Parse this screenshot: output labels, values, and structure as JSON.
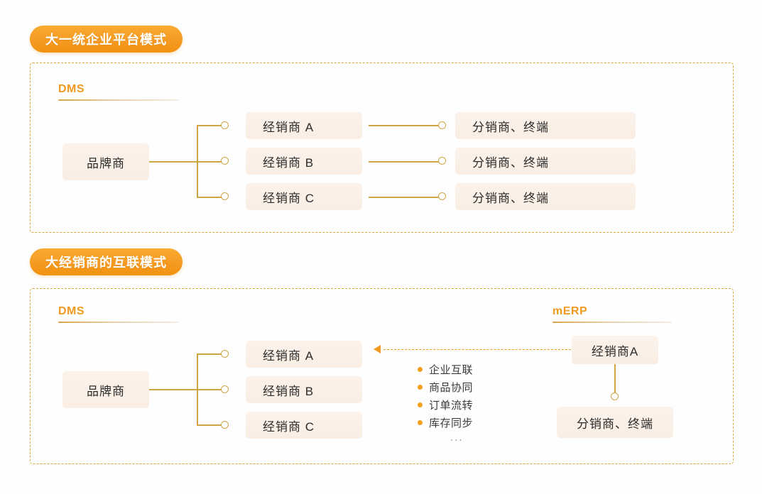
{
  "sections": [
    {
      "badge": "大一统企业平台模式",
      "system_label": "DMS",
      "root": "品牌商",
      "tier2": [
        "经销商 A",
        "经销商 B",
        "经销商 C"
      ],
      "tier3": [
        "分销商、终端",
        "分销商、终端",
        "分销商、终端"
      ]
    },
    {
      "badge": "大经销商的互联模式",
      "system_label": "DMS",
      "root": "品牌商",
      "tier2": [
        "经销商 A",
        "经销商 B",
        "经销商 C"
      ],
      "right_system_label": "mERP",
      "right_nodes": [
        "经销商A",
        "分销商、终端"
      ],
      "bullets": [
        "企业互联",
        "商品协同",
        "订单流转",
        "库存同步"
      ],
      "bullets_ellipsis": "..."
    }
  ],
  "colors": {
    "accent": "#f0991f",
    "badge_gradient_start": "#f9ab32",
    "badge_gradient_end": "#f2920f",
    "connector": "#cfa544",
    "dashed_border": "#d8a93c",
    "node_bg": "#fcf2ea",
    "node_text": "#2b2b2b",
    "bullet_dot": "#f3a01d",
    "page_bg": "#fefefe"
  }
}
